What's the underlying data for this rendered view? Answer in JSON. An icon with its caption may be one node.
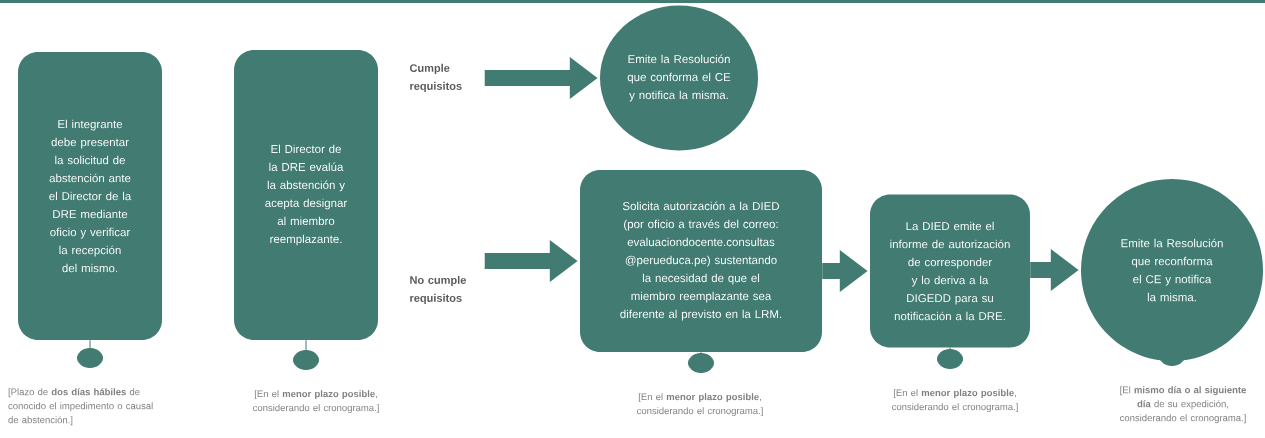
{
  "diagram": {
    "nodes": [
      {
        "text": [
          "El integrante debe presentar la solicitud de abstención ante el Director de la DRE mediante oficio y verificar la recepción del mismo."
        ]
      },
      {
        "text": [
          "El Director de la DRE evalúa la abstención y acepta designar al miembro reemplazante."
        ]
      },
      {
        "text": [
          "Cumple requisitos"
        ]
      },
      {
        "text": [
          "Emite la Resolución que conforma el CE y notifica la misma."
        ]
      },
      {
        "text": [
          "No cumple requisitos"
        ]
      },
      {
        "text": [
          "Solicita autorización a la DIED (por oficio a través del correo: evaluaciondocente.consultas @perueduca.pe) sustentando la necesidad de que el miembro reemplazante sea diferente al previsto en la LRM."
        ]
      },
      {
        "text": [
          "La DIED emite el informe de autorización de corresponder y lo deriva a la DIGEDD para su notificación a la DRE."
        ]
      },
      {
        "text": [
          "Emite la Resolución que reconforma el CE y notifica la misma."
        ]
      },
      {
        "text": [
          "[Plazo de **dos días hábiles** de conocido el impedimento o causal de abstención.]"
        ]
      },
      {
        "text": [
          "[En el **menor plazo posible**, considerando el cronograma.]"
        ]
      },
      {
        "text": [
          "[En el **menor plazo posible**, considerando el cronograma.]"
        ]
      },
      {
        "text": [
          "[En el **menor plazo posible**, considerando el cronograma.]"
        ]
      },
      {
        "text": [
          "[El **mismo día o al siguiente día** de su expedición, considerando el cronograma.]"
        ]
      }
    ],
    "edges": [
      {
        "from": 2,
        "to": 3,
        "arrow": "to",
        "style": "thick"
      },
      {
        "from": 4,
        "to": 5,
        "arrow": "to",
        "style": "thick"
      },
      {
        "from": 5,
        "to": 6,
        "arrow": "to",
        "style": "thick"
      },
      {
        "from": 6,
        "to": 7,
        "arrow": "to",
        "style": "thick"
      },
      {
        "from": 8,
        "to": 0,
        "arrow": "other"
      },
      {
        "from": 9,
        "to": 1,
        "arrow": "other"
      },
      {
        "from": 10,
        "to": 5,
        "arrow": "other"
      },
      {
        "from": 11,
        "to": 6,
        "arrow": "other"
      },
      {
        "from": 12,
        "to": 7,
        "arrow": "other"
      }
    ]
  }
}
